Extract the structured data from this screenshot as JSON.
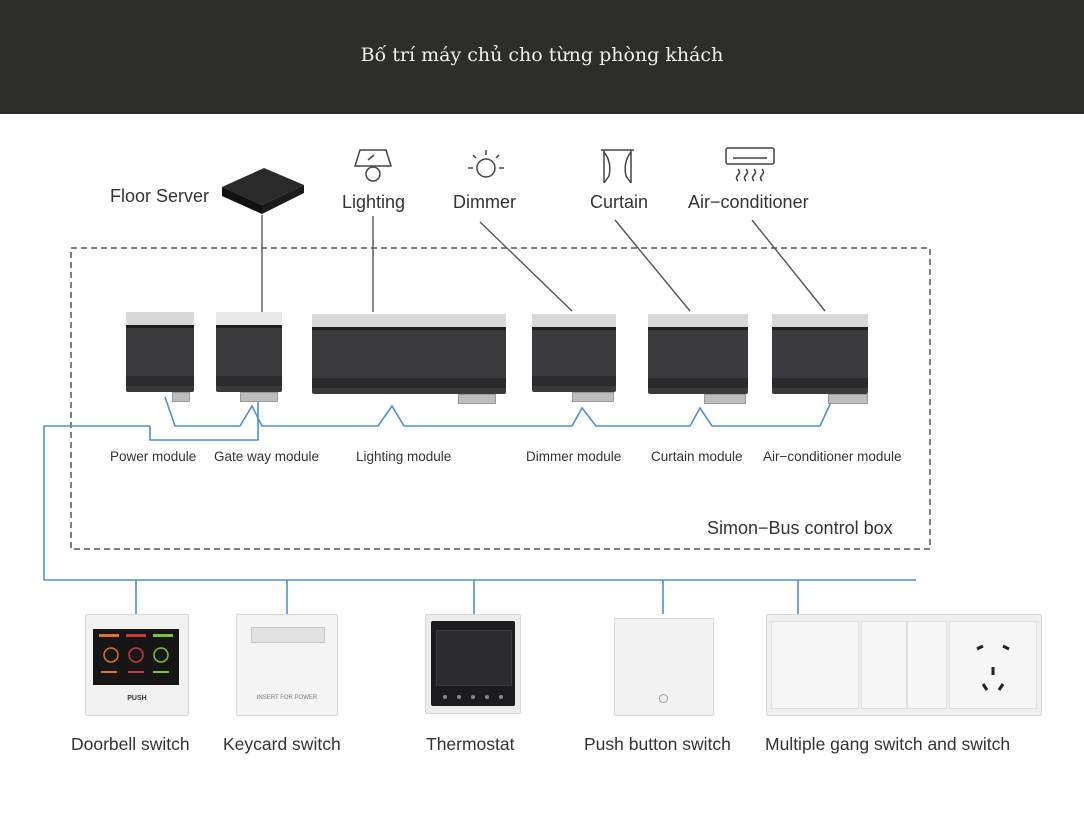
{
  "header": {
    "title": "Bố trí máy chủ cho từng phòng khách"
  },
  "top_devices": {
    "floor_server": "Floor Server",
    "lighting": "Lighting",
    "dimmer": "Dimmer",
    "curtain": "Curtain",
    "air_conditioner": "Air−conditioner"
  },
  "modules": {
    "power": "Power module",
    "gateway": "Gate way module",
    "lighting": "Lighting module",
    "dimmer": "Dimmer module",
    "curtain": "Curtain module",
    "air_conditioner": "Air−conditioner module"
  },
  "control_box_label": "Simon−Bus control box",
  "switches": {
    "doorbell": "Doorbell switch",
    "keycard": "Keycard switch",
    "thermostat": "Thermostat",
    "push_button": "Push button switch",
    "multiple_gang": "Multiple gang switch and switch"
  },
  "device_markings": {
    "doorbell_push": "PUSH",
    "keycard_text": "INSERT FOR POWER"
  },
  "colors": {
    "header_bg": "#2d2d2b",
    "bus_line": "#4b8fd6",
    "module_body": "#3a3a3c"
  }
}
